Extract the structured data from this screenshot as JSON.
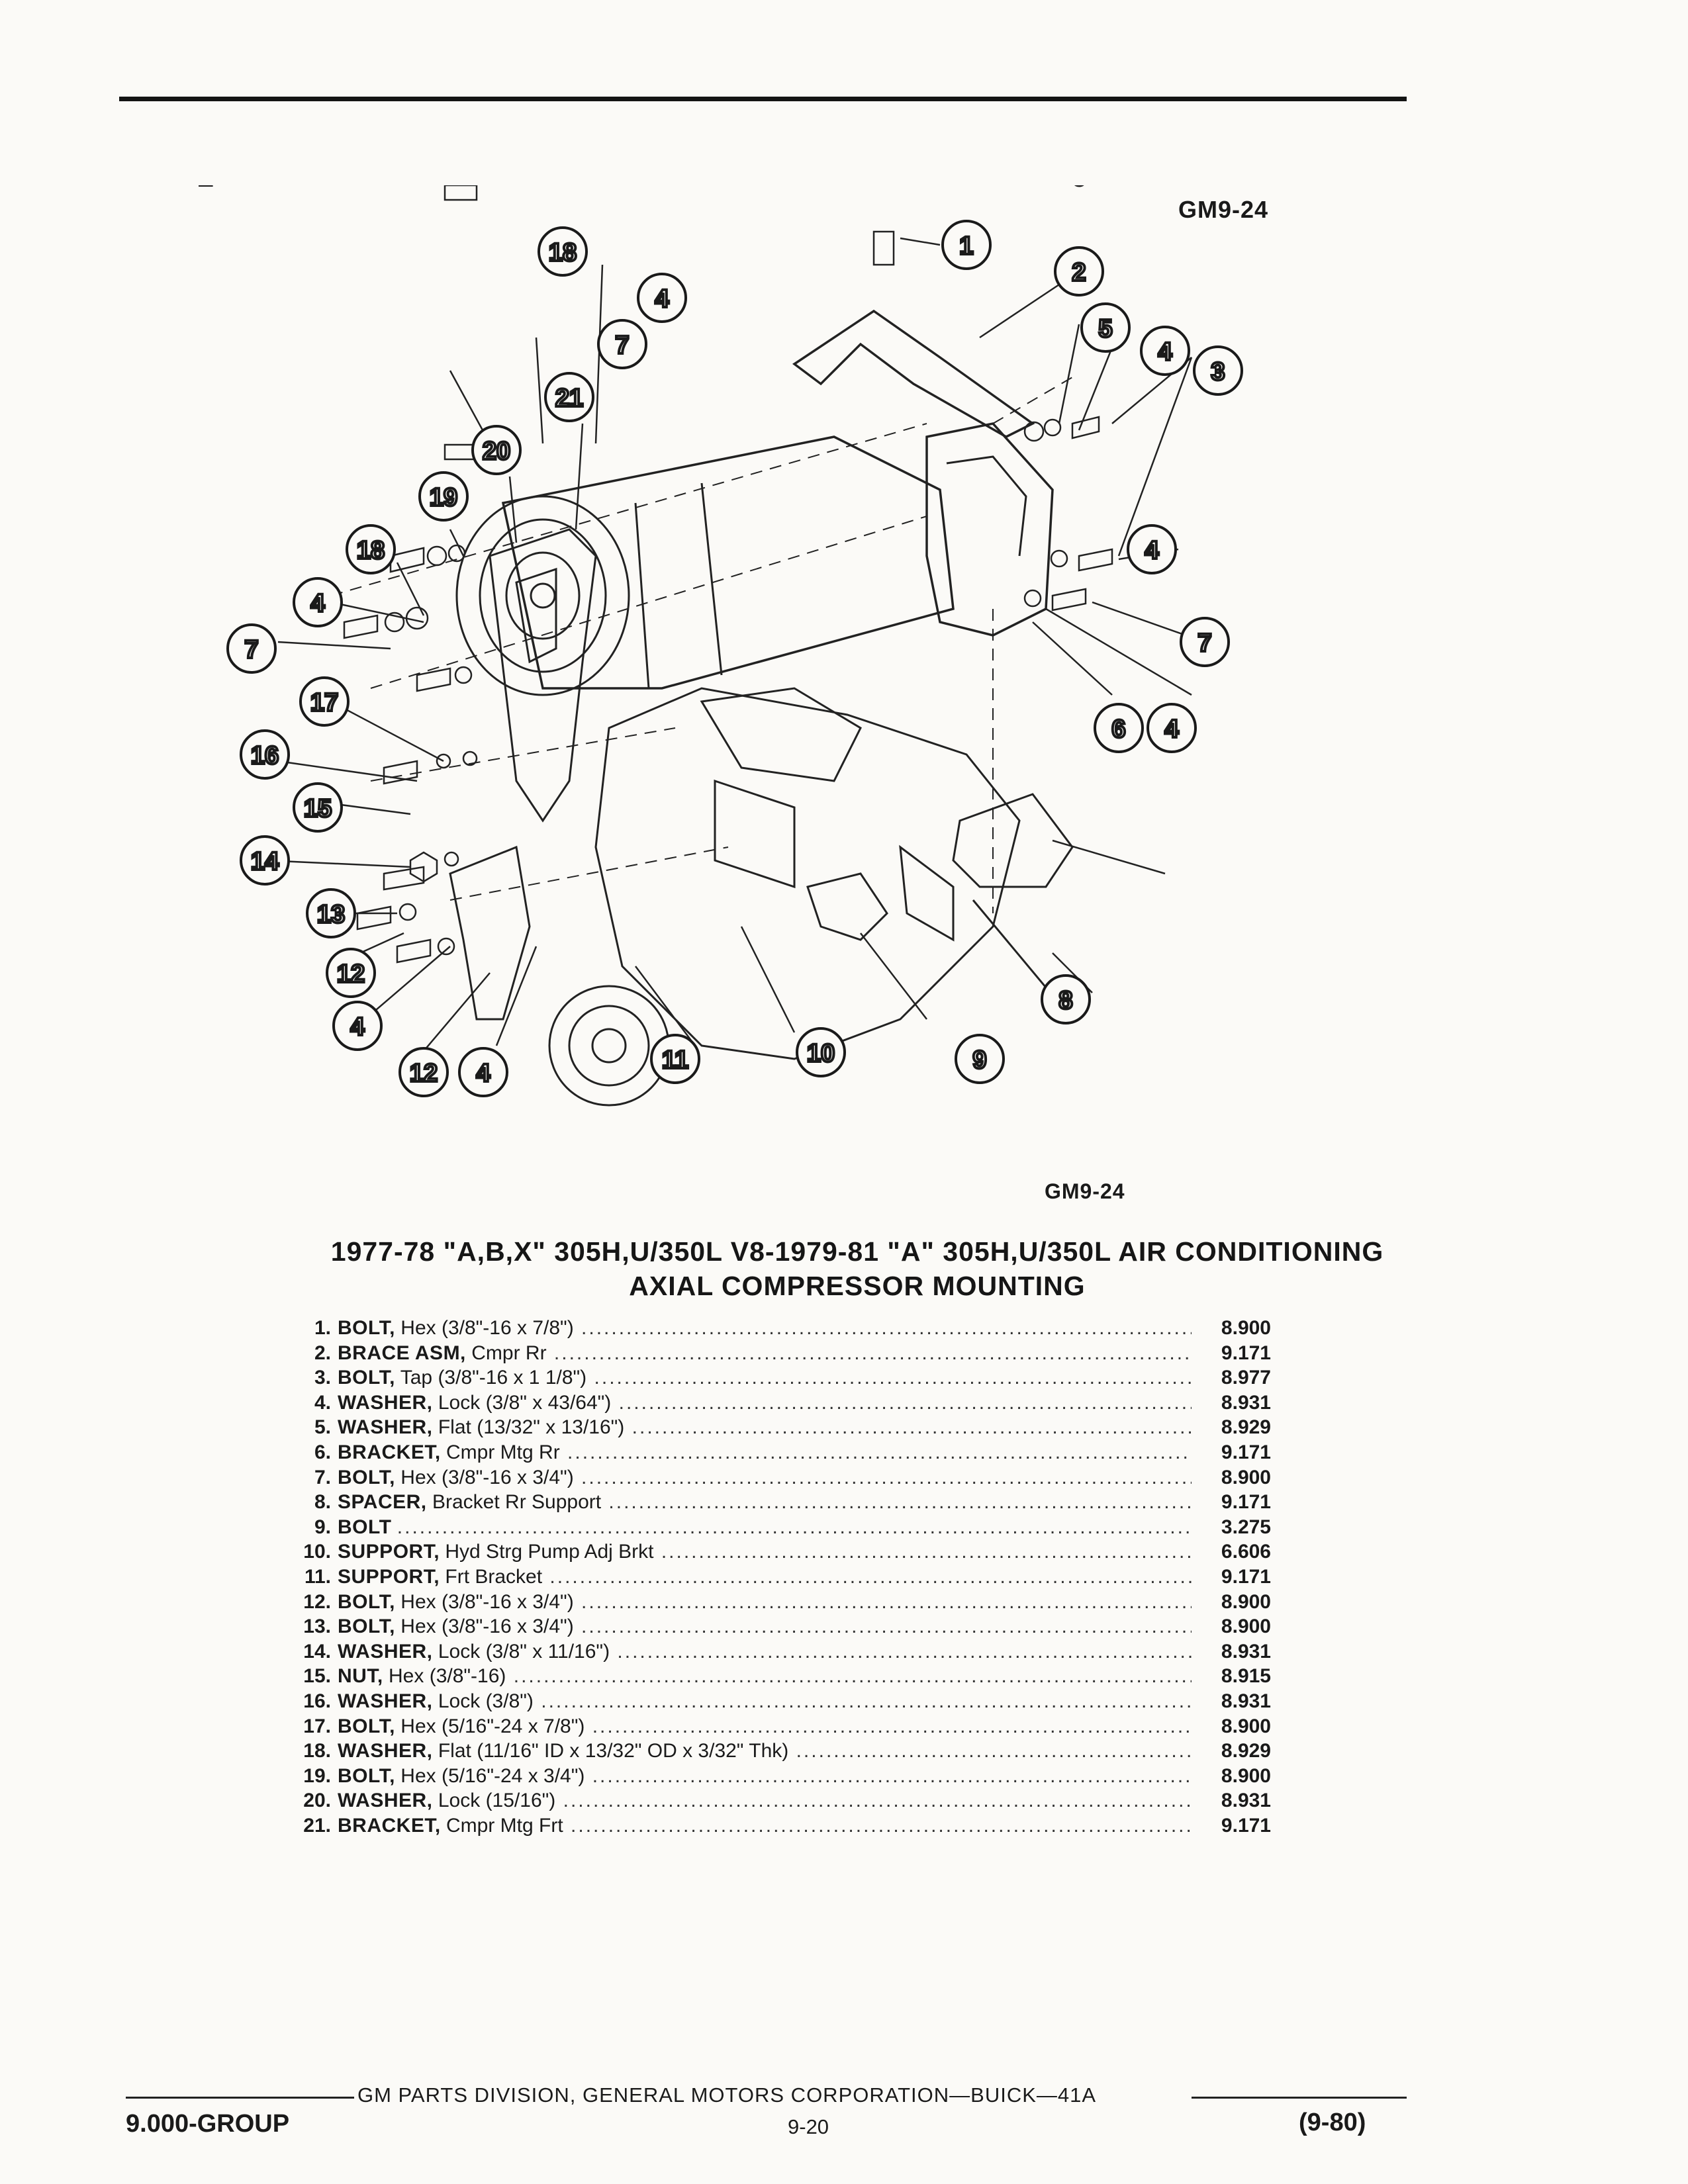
{
  "figure": {
    "ref_top": "GM9-24",
    "ref_bottom": "GM9-24",
    "callouts": [
      "1",
      "2",
      "3",
      "4",
      "5",
      "6",
      "7",
      "8",
      "9",
      "10",
      "11",
      "12",
      "13",
      "14",
      "15",
      "16",
      "17",
      "18",
      "19",
      "20",
      "21",
      "4",
      "7",
      "18",
      "4",
      "4",
      "7",
      "6",
      "4",
      "12",
      "4",
      "12",
      "4"
    ]
  },
  "title": {
    "line1": "1977-78 \"A,B,X\" 305H,U/350L V8-1979-81 \"A\" 305H,U/350L AIR CONDITIONING",
    "line2": "AXIAL COMPRESSOR MOUNTING"
  },
  "parts": [
    {
      "num": "1.",
      "name": "BOLT,",
      "spec": "Hex (3/8\"-16 x 7/8\")",
      "group": "8.900"
    },
    {
      "num": "2.",
      "name": "BRACE ASM,",
      "spec": "Cmpr Rr",
      "group": "9.171"
    },
    {
      "num": "3.",
      "name": "BOLT,",
      "spec": "Tap (3/8\"-16 x 1 1/8\")",
      "group": "8.977"
    },
    {
      "num": "4.",
      "name": "WASHER,",
      "spec": "Lock (3/8\" x 43/64\")",
      "group": "8.931"
    },
    {
      "num": "5.",
      "name": "WASHER,",
      "spec": "Flat (13/32\" x 13/16\")",
      "group": "8.929"
    },
    {
      "num": "6.",
      "name": "BRACKET,",
      "spec": "Cmpr Mtg Rr",
      "group": "9.171"
    },
    {
      "num": "7.",
      "name": "BOLT,",
      "spec": "Hex (3/8\"-16 x 3/4\")",
      "group": "8.900"
    },
    {
      "num": "8.",
      "name": "SPACER,",
      "spec": "Bracket Rr Support",
      "group": "9.171"
    },
    {
      "num": "9.",
      "name": "BOLT",
      "spec": "",
      "group": "3.275"
    },
    {
      "num": "10.",
      "name": "SUPPORT,",
      "spec": "Hyd Strg Pump Adj Brkt",
      "group": "6.606"
    },
    {
      "num": "11.",
      "name": "SUPPORT,",
      "spec": "Frt Bracket",
      "group": "9.171"
    },
    {
      "num": "12.",
      "name": "BOLT,",
      "spec": "Hex (3/8\"-16 x 3/4\")",
      "group": "8.900"
    },
    {
      "num": "13.",
      "name": "BOLT,",
      "spec": "Hex (3/8\"-16 x 3/4\")",
      "group": "8.900"
    },
    {
      "num": "14.",
      "name": "WASHER,",
      "spec": "Lock (3/8\" x 11/16\")",
      "group": "8.931"
    },
    {
      "num": "15.",
      "name": "NUT,",
      "spec": "Hex (3/8\"-16)",
      "group": "8.915"
    },
    {
      "num": "16.",
      "name": "WASHER,",
      "spec": "Lock (3/8\")",
      "group": "8.931"
    },
    {
      "num": "17.",
      "name": "BOLT,",
      "spec": "Hex (5/16\"-24 x 7/8\")",
      "group": "8.900"
    },
    {
      "num": "18.",
      "name": "WASHER,",
      "spec": "Flat (11/16\" ID x 13/32\" OD x 3/32\" Thk)",
      "group": "8.929"
    },
    {
      "num": "19.",
      "name": "BOLT,",
      "spec": "Hex (5/16\"-24 x 3/4\")",
      "group": "8.900"
    },
    {
      "num": "20.",
      "name": "WASHER,",
      "spec": "Lock (15/16\")",
      "group": "8.931"
    },
    {
      "num": "21.",
      "name": "BRACKET,",
      "spec": "Cmpr Mtg Frt",
      "group": "9.171"
    }
  ],
  "footer": {
    "publisher": "GM PARTS DIVISION, GENERAL MOTORS CORPORATION—BUICK—41A",
    "group": "9.000-GROUP",
    "page": "9-20",
    "date": "(9-80)"
  }
}
